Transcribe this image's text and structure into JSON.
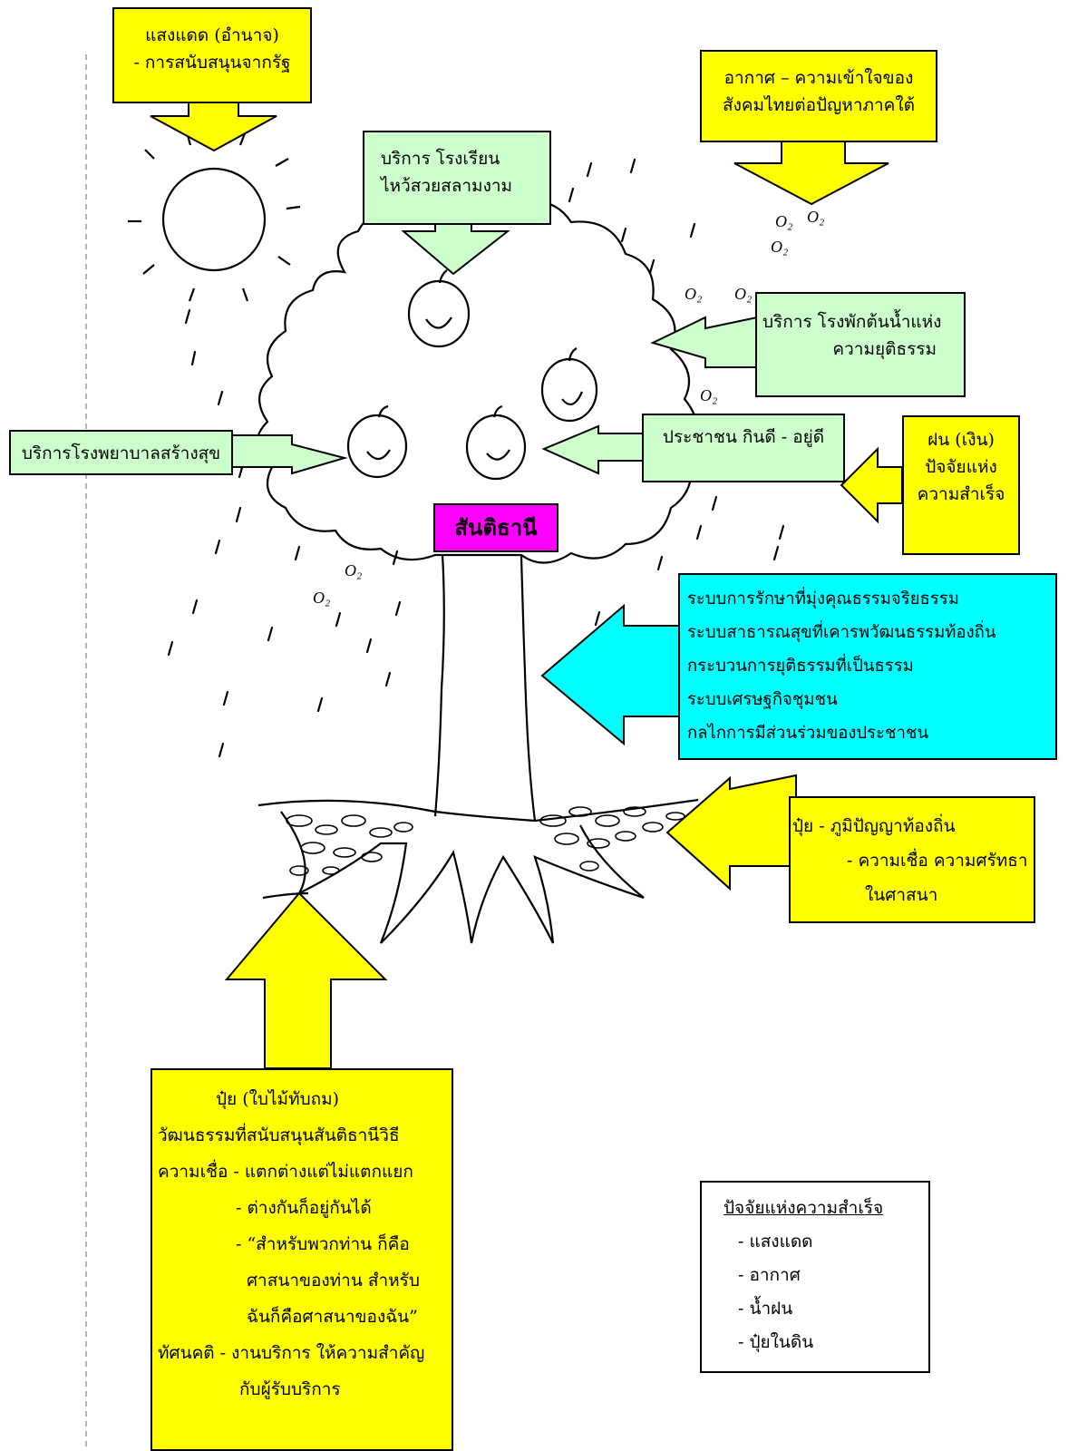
{
  "callouts": {
    "sunlight": {
      "lines": [
        "แสงแดด  (อำนาจ)",
        "- การสนับสนุนจากรัฐ"
      ]
    },
    "air": {
      "lines": [
        "อากาศ –  ความเข้าใจของ",
        "สังคมไทยต่อปัญหาภาคใต้"
      ]
    },
    "school": {
      "lines": [
        "บริการ  โรงเรียน",
        "ไหว้สวยสลามงาม"
      ]
    },
    "rest_house": {
      "lines": [
        "บริการ  โรงพักต้นน้ำแห่ง",
        "ความยุติธรรม"
      ]
    },
    "hospital": {
      "lines": [
        "บริการโรงพยาบาลสร้างสุข"
      ]
    },
    "people": {
      "lines": [
        "ประชาชน  กินดี - อยู่ดี"
      ]
    },
    "rain": {
      "lines": [
        "ฝน (เงิน)",
        "ปัจจัยแห่ง",
        "ความสำเร็จ"
      ]
    },
    "title": {
      "text": "สันติธานี"
    },
    "systems": {
      "lines": [
        "ระบบการรักษาที่มุ่งคุณธรรมจริยธรรม",
        "ระบบสาธารณสุขที่เคารพวัฒนธรรมท้องถิ่น",
        "กระบวนการยุติธรรมที่เป็นธรรม",
        "ระบบเศรษฐกิจชุมชน",
        "กลไกการมีส่วนร่วมของประชาชน"
      ]
    },
    "fertilizer_right": {
      "lines": [
        "ปุ๋ย   - ภูมิปัญญาท้องถิ่น",
        "- ความเชื่อ ความศรัทธา",
        "ในศาสนา"
      ]
    },
    "fertilizer_bottom": {
      "lines": [
        "ปุ๋ย   (ใบไม้ทับถม)",
        "วัฒนธรรมที่สนับสนุนสันติธานีวิธี",
        "ความเชื่อ - แตกต่างแต่ไม่แตกแยก",
        "- ต่างกันก็อยู่กันได้",
        "- “สำหรับพวกท่าน ก็คือ",
        "ศาสนาของท่าน สำหรับ",
        "ฉันก็คือศาสนาของฉัน”",
        "ทัศนคติ -  งานบริการ ให้ความสำคัญ",
        "กับผู้รับบริการ"
      ]
    },
    "success": {
      "heading": "ปัจจัยแห่งความสำเร็จ",
      "items": [
        "- แสงแดด",
        "- อากาศ",
        "- น้ำฝน",
        "- ปุ๋ยในดิน"
      ]
    }
  },
  "symbols": {
    "oxygen": "O₂"
  },
  "colors": {
    "yellow": "#ffff00",
    "green": "#ccffcc",
    "cyan": "#00ffff",
    "magenta": "#ff00ff"
  }
}
